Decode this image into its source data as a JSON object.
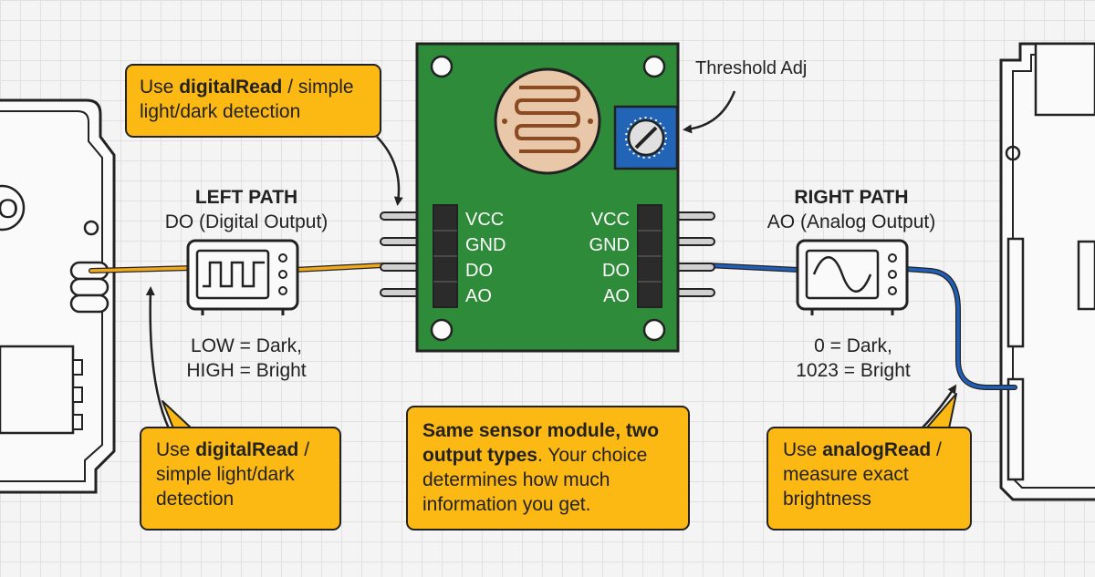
{
  "module": {
    "left_pins": [
      "VCC",
      "GND",
      "DO",
      "AO"
    ],
    "right_pins": [
      "VCC",
      "GND",
      "DO",
      "AO"
    ],
    "threshold_label": "Threshold Adj"
  },
  "left_path": {
    "title": "LEFT PATH",
    "subtitle": "DO (Digital Output)",
    "values_line1": "LOW = Dark,",
    "values_line2": "HIGH = Bright"
  },
  "right_path": {
    "title": "RIGHT PATH",
    "subtitle": "AO (Analog Output)",
    "values_line1": "0 = Dark,",
    "values_line2": "1023 = Bright"
  },
  "callouts": {
    "top_left": {
      "prefix": "Use ",
      "bold": "digitalRead",
      "line1_rest": " / simple",
      "line2": "light/dark detection"
    },
    "bottom_left": {
      "prefix": "Use ",
      "bold": "digitalRead",
      "line1_rest": " /",
      "line2": "simple light/dark",
      "line3": "detection"
    },
    "center": {
      "bold_line1": "Same sensor module, two",
      "bold_line2": "output types",
      "line2_rest": ". Your choice",
      "line3": "determines how much",
      "line4": "information you get."
    },
    "bottom_right": {
      "prefix": "Use ",
      "bold": "analogRead",
      "line1_rest": " /",
      "line2": "measure exact",
      "line3": "brightness"
    }
  },
  "left_board": {
    "partial_text": "O"
  },
  "colors": {
    "pcb": "#2e8b3a",
    "callout": "#fdb913",
    "digital_wire": "#f0a91b",
    "analog_wire": "#1f5fb8",
    "potentiometer": "#2264b6",
    "ldr": "#e8c8a8"
  }
}
